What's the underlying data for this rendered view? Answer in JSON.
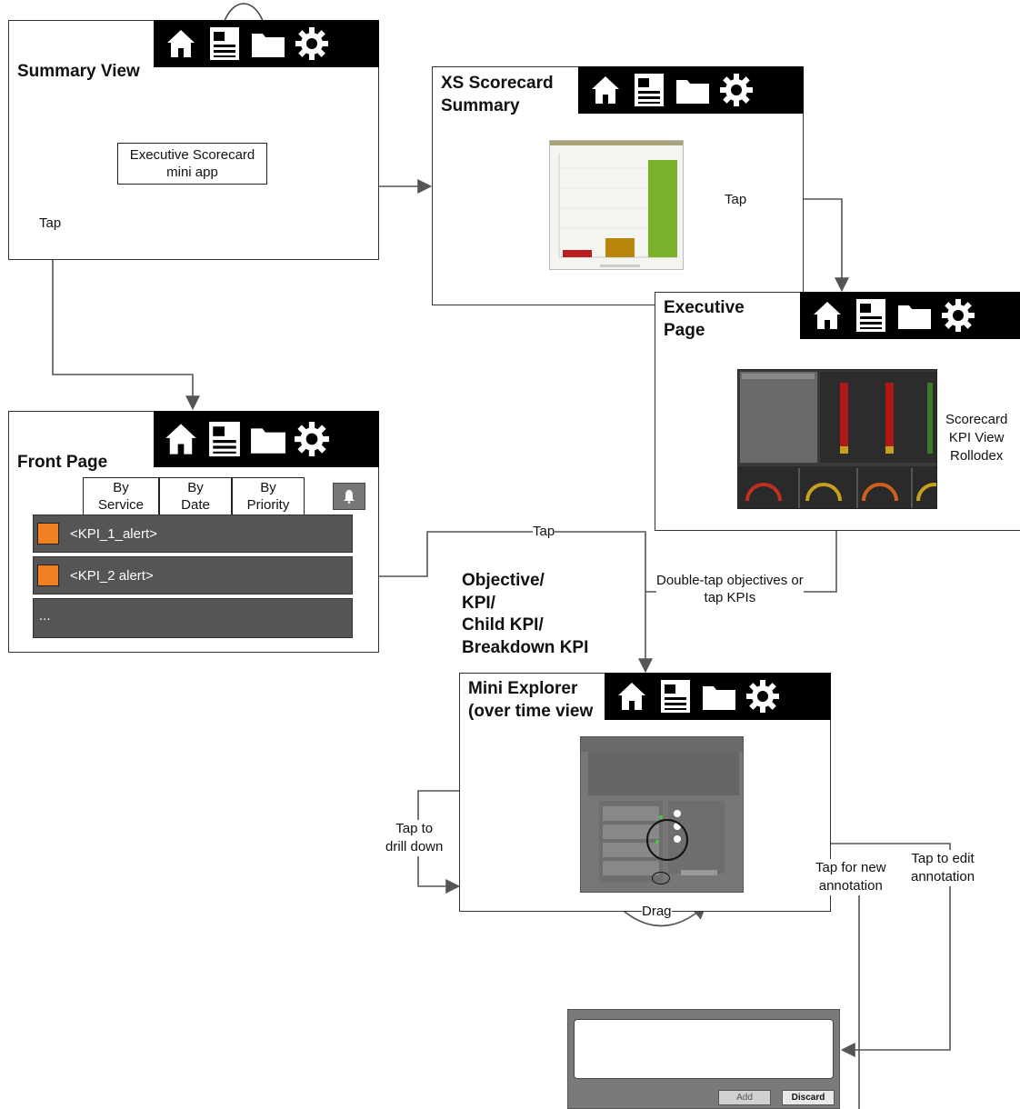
{
  "summary_view": {
    "title": "Summary View"
  },
  "xs_summary": {
    "title_line1": "XS Scorecard",
    "title_line2": "Summary"
  },
  "executive_page": {
    "title_line1": "Executive",
    "title_line2": "Page"
  },
  "front_page": {
    "title": "Front Page",
    "tabs": [
      {
        "line1": "By",
        "line2": "Service"
      },
      {
        "line1": "By",
        "line2": "Date"
      },
      {
        "line1": "By",
        "line2": "Priority"
      }
    ],
    "alerts": [
      "<KPI_1_alert>",
      "<KPI_2 alert>",
      "..."
    ]
  },
  "mini_explorer": {
    "title_line1": "Mini Explorer",
    "title_line2": "(over time view"
  },
  "objective_heading": {
    "line1": "Objective/",
    "line2": "KPI/",
    "line3": "Child KPI/",
    "line4": "Breakdown KPI"
  },
  "mini_app_box": {
    "line1": "Executive Scorecard",
    "line2": "mini app"
  },
  "labels": {
    "tap": "Tap",
    "scorecard_line1": "Scorecard",
    "scorecard_line2": "KPI View",
    "scorecard_line3": "Rollodex",
    "double_tap_line1": "Double-tap objectives or",
    "double_tap_line2": "tap KPIs",
    "drill_line1": "Tap to",
    "drill_line2": "drill down",
    "new_annot_line1": "Tap for new",
    "new_annot_line2": "annotation",
    "edit_annot_line1": "Tap to edit",
    "edit_annot_line2": "annotation",
    "drag": "Drag"
  },
  "annotation_dialog": {
    "add_label": "Add",
    "discard_label": "Discard"
  },
  "toolbar_icons": [
    "home-icon",
    "document-icon",
    "folder-icon",
    "gear-icon"
  ],
  "colors": {
    "toolbar": "#000000",
    "alert_row": "#555555",
    "alert_square": "#f08020",
    "connector": "#555555"
  }
}
